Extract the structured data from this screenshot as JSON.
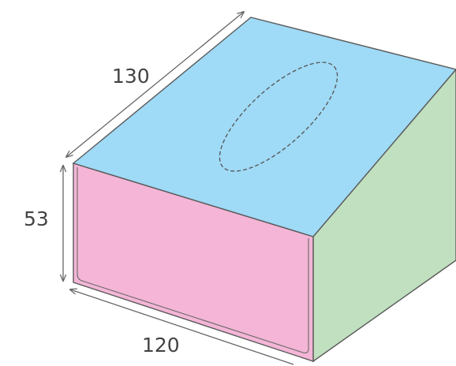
{
  "dimensions": {
    "depth": "130",
    "height": "53",
    "width": "120"
  },
  "colors": {
    "top_face": "#9fdaf6",
    "front_face": "#f4b5d6",
    "side_face": "#c0e0c0",
    "outline": "#5a5a5a",
    "dimension_line": "#666666",
    "label_text": "#444444"
  }
}
